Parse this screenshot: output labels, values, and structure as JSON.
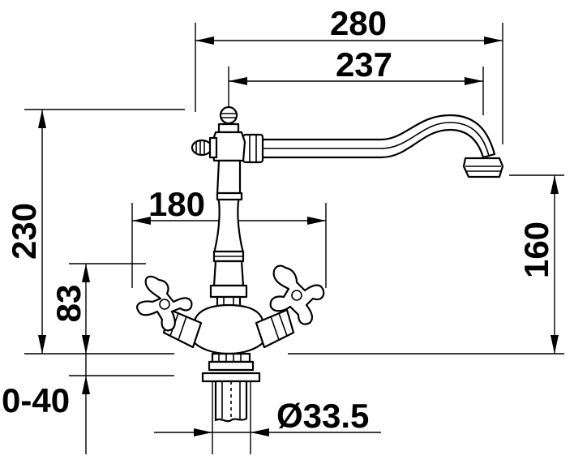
{
  "drawing": {
    "dimensions": {
      "overall_reach": "280",
      "spout_reach": "237",
      "handle_span": "180",
      "total_height": "230",
      "spout_height": "160",
      "handle_height": "83",
      "deck_thickness": "0-40",
      "hole_diameter": "Ø33.5"
    }
  }
}
